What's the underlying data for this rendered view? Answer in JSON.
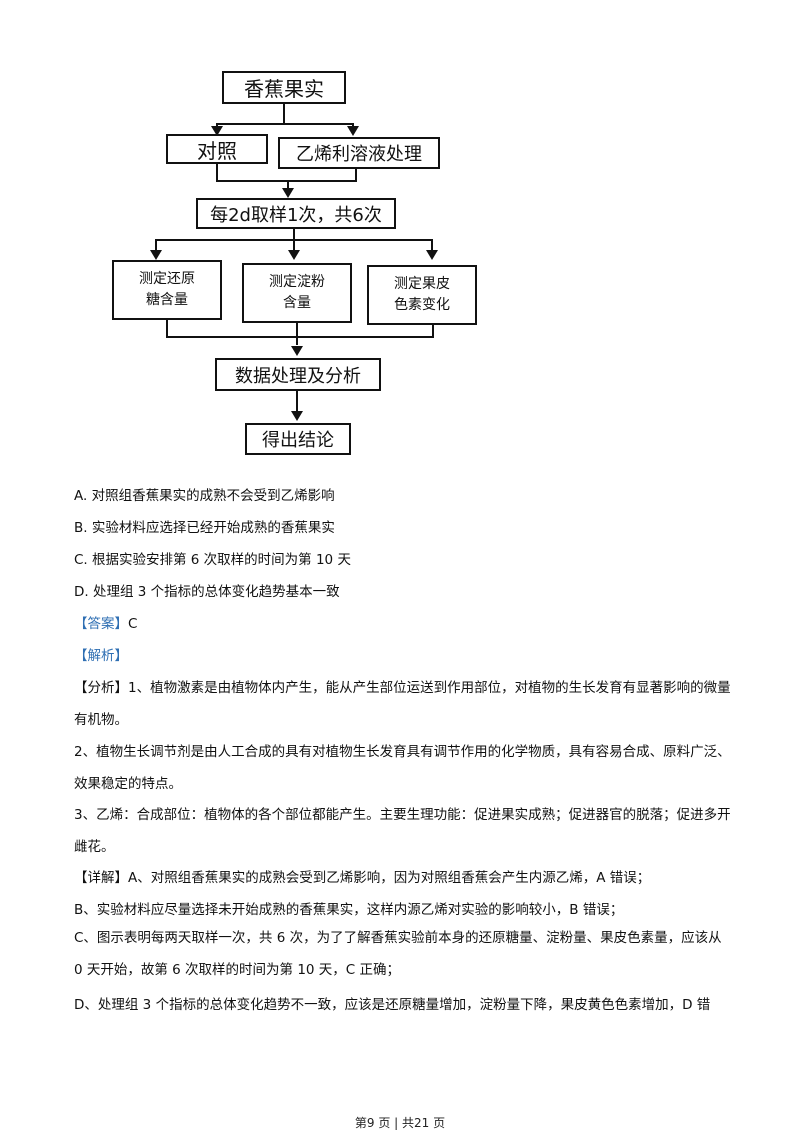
{
  "flowchart": {
    "top": "香蕉果实",
    "control": "对照",
    "treatment": "乙烯利溶液处理",
    "sampling": "每2d取样1次，共6次",
    "measure1": "测定还原\n糖含量",
    "measure2": "测定淀粉\n含量",
    "measure3": "测定果皮\n色素变化",
    "analysis": "数据处理及分析",
    "conclusion": "得出结论"
  },
  "options": [
    "A.  对照组香蕉果实的成熟不会受到乙烯影响",
    "B.  实验材料应选择已经开始成熟的香蕉果实",
    "C.  根据实验安排第 6 次取样的时间为第 10 天",
    "D.  处理组 3 个指标的总体变化趋势基本一致"
  ],
  "answer": {
    "label": "【答案】",
    "value": "C"
  },
  "analysis_label": "【解析】",
  "paragraphs": {
    "p1": "【分析】1、植物激素是由植物体内产生，能从产生部位运送到作用部位，对植物的生长发育有显著影响的微量有机物。",
    "p2": "2、植物生长调节剂是由人工合成的具有对植物生长发育具有调节作用的化学物质，具有容易合成、原料广泛、效果稳定的特点。",
    "p3": "3、乙烯：合成部位：植物体的各个部位都能产生。主要生理功能：促进果实成熟；促进器官的脱落；促进多开雌花。",
    "p4": "【详解】A、对照组香蕉果实的成熟会受到乙烯影响，因为对照组香蕉会产生内源乙烯，A 错误；",
    "p5": "B、实验材料应尽量选择未开始成熟的香蕉果实，这样内源乙烯对实验的影响较小，B 错误；",
    "p6": "C、图示表明每两天取样一次，共 6 次，为了了解香蕉实验前本身的还原糖量、淀粉量、果皮色素量，应该从 0 天开始，故第 6 次取样的时间为第 10 天，C 正确；",
    "p7": "D、处理组 3 个指标的总体变化趋势不一致，应该是还原糖量增加，淀粉量下降，果皮黄色色素增加，D 错"
  },
  "footer": "第9 页  |  共21 页",
  "colors": {
    "accent": "#2f6fb3"
  }
}
